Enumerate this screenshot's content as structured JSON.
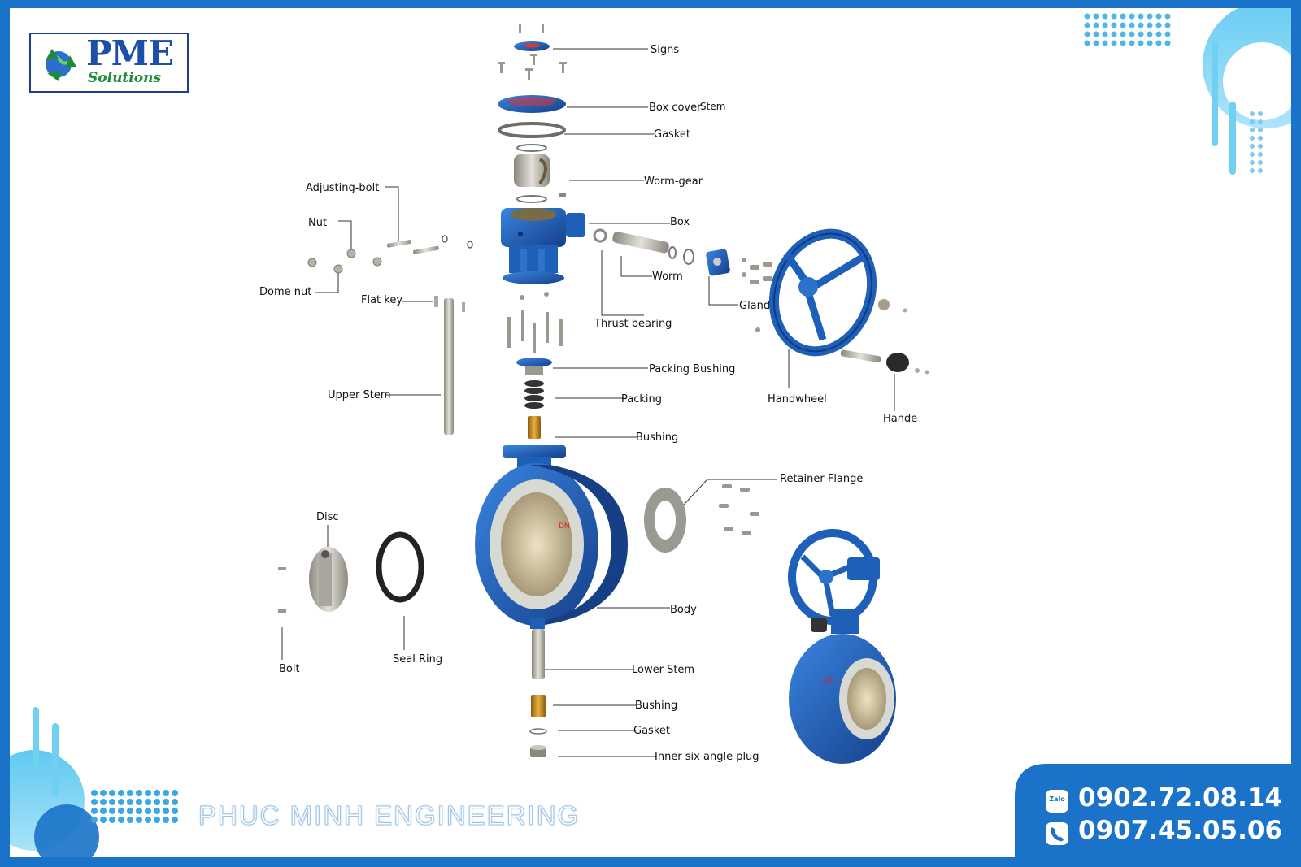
{
  "brand": {
    "logo_line1": "PME",
    "logo_line2": "Solutions",
    "watermark": "PHUC MINH ENGINEERING"
  },
  "contact": {
    "zalo_icon": "zalo-icon",
    "phone_icon": "phone-icon",
    "zalo_badge": "Zalo",
    "phone_zalo": "0902.72.08.14",
    "phone_call": "0907.45.05.06"
  },
  "labels": {
    "signs": "Signs",
    "box_cover": "Box cover",
    "stem": "Stem",
    "gasket_top": "Gasket",
    "worm_gear": "Worm-gear",
    "box": "Box",
    "worm": "Worm",
    "thrust_bearing": "Thrust bearing",
    "gland": "Gland",
    "adjusting_bolt": "Adjusting-bolt",
    "nut": "Nut",
    "dome_nut": "Dome nut",
    "flat_key": "Flat key",
    "upper_stem": "Upper Stem",
    "packing_bushing": "Packing Bushing",
    "packing": "Packing",
    "bushing_top": "Bushing",
    "handwheel": "Handwheel",
    "hande": "Hande",
    "retainer_flange": "Retainer Flange",
    "disc": "Disc",
    "bolt": "Bolt",
    "seal_ring": "Seal Ring",
    "body": "Body",
    "lower_stem": "Lower Stem",
    "bushing_bottom": "Bushing",
    "gasket_bottom": "Gasket",
    "inner_plug": "Inner six angle plug"
  },
  "colors": {
    "frame_blue": "#1a73c8",
    "valve_blue": "#1e5fb8",
    "valve_dark": "#163f86",
    "steel": "#b9b6ac",
    "bronze": "#c8901e",
    "text_dark": "#111111",
    "logo_green": "#1c8c3a",
    "logo_blue": "#1e4fa8"
  }
}
